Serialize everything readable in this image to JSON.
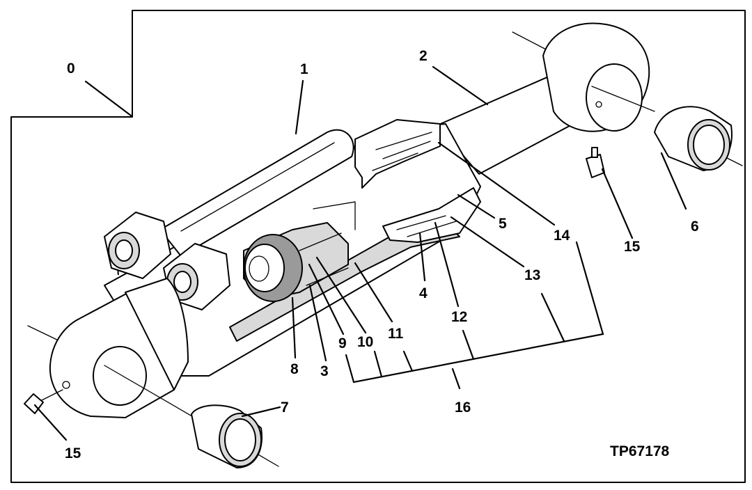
{
  "diagram": {
    "reference_code": "TP67178",
    "callouts": [
      {
        "id": "c0",
        "label": "0"
      },
      {
        "id": "c1",
        "label": "1"
      },
      {
        "id": "c2",
        "label": "2"
      },
      {
        "id": "c3",
        "label": "3"
      },
      {
        "id": "c4",
        "label": "4"
      },
      {
        "id": "c5",
        "label": "5"
      },
      {
        "id": "c6",
        "label": "6"
      },
      {
        "id": "c7",
        "label": "7"
      },
      {
        "id": "c8",
        "label": "8"
      },
      {
        "id": "c9",
        "label": "9"
      },
      {
        "id": "c10",
        "label": "10"
      },
      {
        "id": "c11",
        "label": "11"
      },
      {
        "id": "c12",
        "label": "12"
      },
      {
        "id": "c13",
        "label": "13"
      },
      {
        "id": "c14",
        "label": "14"
      },
      {
        "id": "c15a",
        "label": "15"
      },
      {
        "id": "c15b",
        "label": "15"
      },
      {
        "id": "c16",
        "label": "16"
      }
    ]
  }
}
